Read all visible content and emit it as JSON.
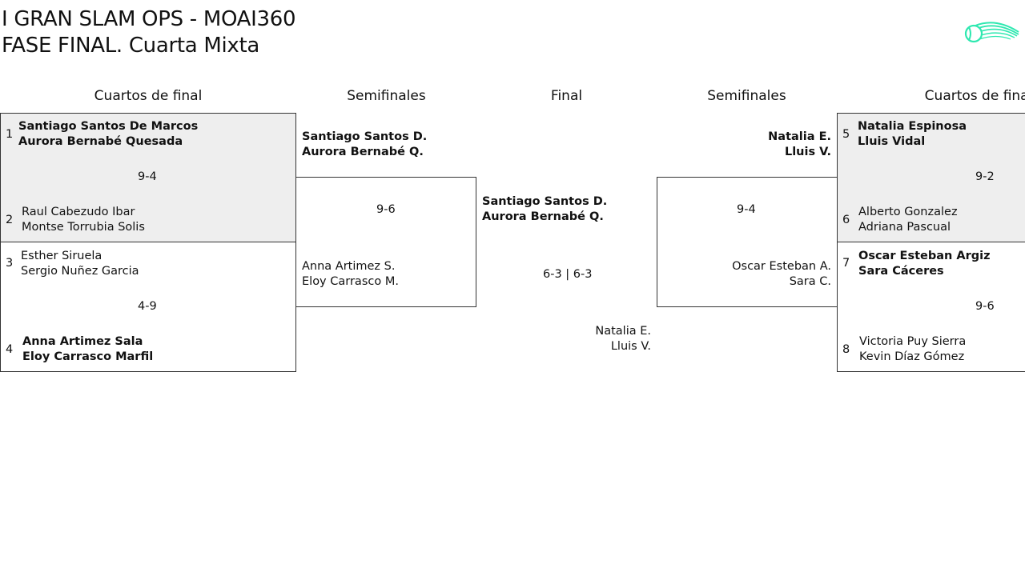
{
  "header": {
    "title_line1": "I GRAN SLAM OPS - MOAI360",
    "title_line2": "FASE FINAL. Cuarta Mixta"
  },
  "logo": {
    "icon": "tennis-ball-logo",
    "color": "#2ee8b0"
  },
  "rounds": {
    "left_quarters": "Cuartos de final",
    "left_semis": "Semifinales",
    "final": "Final",
    "right_semis": "Semifinales",
    "right_quarters": "Cuartos de final"
  },
  "left_quarters": {
    "m1": {
      "t1": {
        "seed": "1",
        "p1": "Santiago Santos De Marcos",
        "p2": "Aurora Bernabé Quesada"
      },
      "score": "9-4",
      "t2": {
        "seed": "2",
        "p1": "Raul Cabezudo Ibar",
        "p2": "Montse Torrubia Solis"
      }
    },
    "m2": {
      "t1": {
        "seed": "3",
        "p1": "Esther Siruela",
        "p2": "Sergio Nuñez Garcia"
      },
      "score": "4-9",
      "t2": {
        "seed": "4",
        "p1": "Anna Artimez Sala",
        "p2": "Eloy Carrasco Marfil"
      }
    }
  },
  "left_semi": {
    "t1": {
      "p1": "Santiago Santos D.",
      "p2": "Aurora Bernabé Q."
    },
    "score": "9-6",
    "t2": {
      "p1": "Anna Artimez S.",
      "p2": "Eloy Carrasco M."
    }
  },
  "final": {
    "t1": {
      "p1": "Santiago Santos D.",
      "p2": "Aurora Bernabé Q."
    },
    "score": "6-3 | 6-3",
    "t2": {
      "p1": "Natalia E.",
      "p2": "Lluis V."
    }
  },
  "right_semi": {
    "t1": {
      "p1": "Natalia E.",
      "p2": "Lluis V."
    },
    "score": "9-4",
    "t2": {
      "p1": "Oscar Esteban A.",
      "p2": "Sara C."
    }
  },
  "right_quarters": {
    "m1": {
      "t1": {
        "seed": "5",
        "p1": "Natalia Espinosa",
        "p2": "Lluis Vidal"
      },
      "score": "9-2",
      "t2": {
        "seed": "6",
        "p1": "Alberto Gonzalez",
        "p2": "Adriana Pascual"
      }
    },
    "m2": {
      "t1": {
        "seed": "7",
        "p1": "Oscar Esteban Argiz",
        "p2": "Sara Cáceres"
      },
      "score": "9-6",
      "t2": {
        "seed": "8",
        "p1": "Victoria Puy Sierra",
        "p2": "Kevin Díaz Gómez"
      }
    }
  }
}
